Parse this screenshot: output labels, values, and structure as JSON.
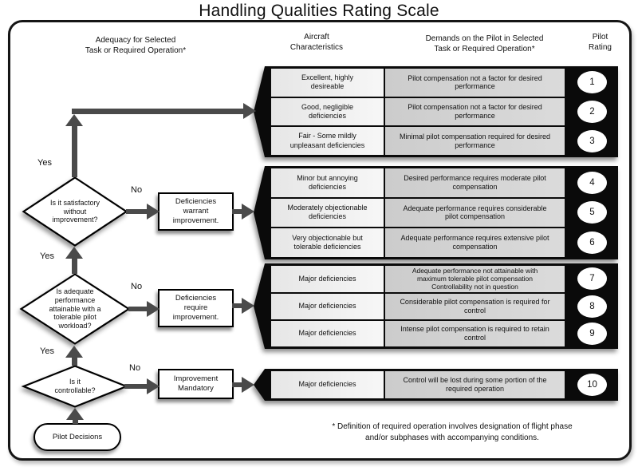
{
  "title": "Handling Qualities Rating Scale",
  "headers": {
    "adequacy": "Adequacy for Selected\nTask or Required  Operation*",
    "aircraft": "Aircraft\nCharacteristics",
    "demands": "Demands on the Pilot in Selected\nTask or Required Operation*",
    "rating": "Pilot\nRating"
  },
  "flowchart": {
    "decisions": [
      {
        "label": "Is it satisfactory\nwithout\nimprovement?",
        "yes_label": "Yes",
        "no_label": "No"
      },
      {
        "label": "Is adequate\nperformance\nattainable with a\ntolerable pilot\nworkload?",
        "yes_label": "Yes",
        "no_label": "No"
      },
      {
        "label": "Is it\ncontrollable?",
        "yes_label": "Yes",
        "no_label": "No"
      }
    ],
    "actions": [
      {
        "label": "Deficiencies\nwarrant\nimprovement."
      },
      {
        "label": "Deficiencies\nrequire\nimprovement."
      },
      {
        "label": "Improvement\nMandatory"
      }
    ],
    "start": "Pilot Decisions"
  },
  "table": {
    "groups": [
      {
        "rows": [
          {
            "characteristics": "Excellent, highly\ndesireable",
            "demands": "Pilot compensation not a factor for desired\nperformance",
            "rating": "1"
          },
          {
            "characteristics": "Good, negligible\ndeficiencies",
            "demands": "Pilot compensation not a factor for desired\nperformance",
            "rating": "2"
          },
          {
            "characteristics": "Fair - Some mildly\nunpleasant deficiencies",
            "demands": "Minimal pilot compensation required for desired\nperformance",
            "rating": "3"
          }
        ]
      },
      {
        "rows": [
          {
            "characteristics": "Minor but annoying\ndeficiencies",
            "demands": "Desired performance requires moderate pilot\ncompensation",
            "rating": "4"
          },
          {
            "characteristics": "Moderately objectionable\ndeficiencies",
            "demands": "Adequate performance requires considerable\npilot compensation",
            "rating": "5"
          },
          {
            "characteristics": "Very objectionable but\ntolerable deficiencies",
            "demands": "Adequate performance requires extensive pilot\ncompensation",
            "rating": "6"
          }
        ]
      },
      {
        "rows": [
          {
            "characteristics": "Major deficiencies",
            "demands": "Adequate performance not attainable with\nmaximum tolerable pilot compensation\nControllability not in question",
            "rating": "7"
          },
          {
            "characteristics": "Major deficiencies",
            "demands": "Considerable pilot compensation is required for\ncontrol",
            "rating": "8"
          },
          {
            "characteristics": "Major deficiencies",
            "demands": "Intense pilot compensation is required to retain\ncontrol",
            "rating": "9"
          }
        ]
      },
      {
        "rows": [
          {
            "characteristics": "Major deficiencies",
            "demands": "Control will be lost during some portion of the\nrequired operation",
            "rating": "10"
          }
        ]
      }
    ]
  },
  "footnote": "* Definition of required operation involves designation of flight phase\nand/or subphases with accompanying conditions.",
  "colors": {
    "arrow": "#4a4a4a",
    "group_background": "#0a0a0a",
    "cell_light": "#efefef",
    "cell_gray": "#d2d2d2"
  }
}
